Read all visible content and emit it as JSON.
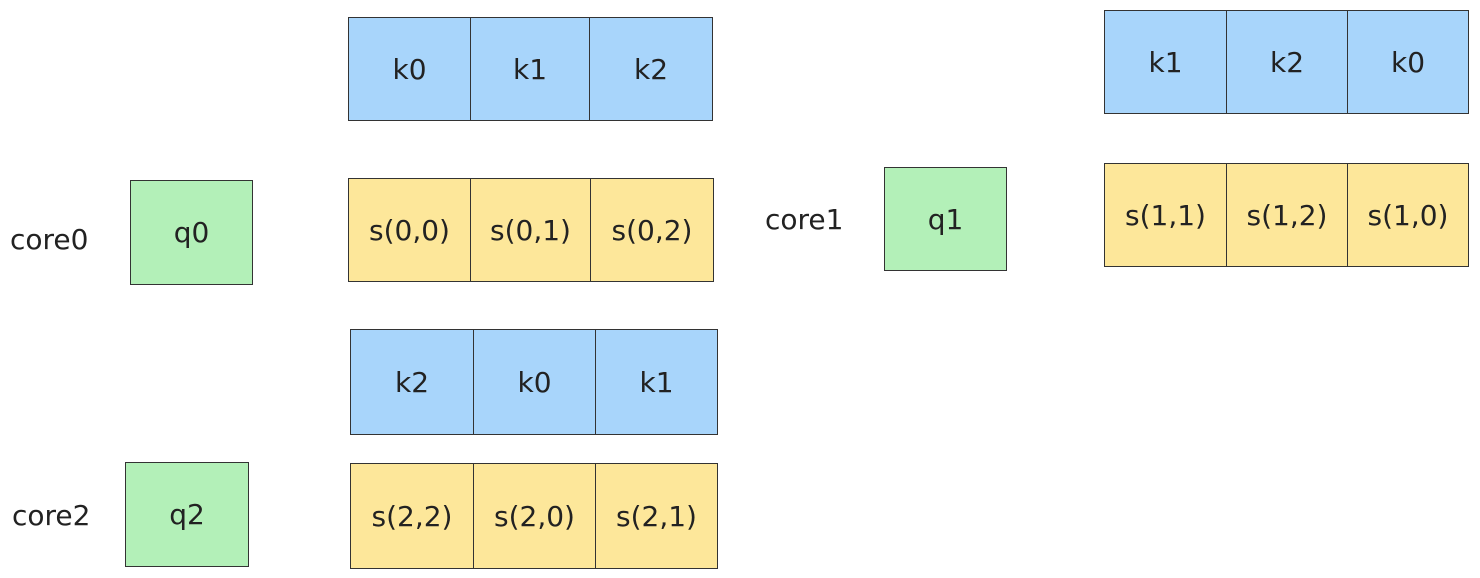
{
  "colors": {
    "query": "#b3f0b8",
    "key": "#a8d5fb",
    "score": "#fde79a",
    "border": "#333333"
  },
  "cores": [
    {
      "label": "core0",
      "query": "q0",
      "keys": [
        "k0",
        "k1",
        "k2"
      ],
      "scores": [
        "s(0,0)",
        "s(0,1)",
        "s(0,2)"
      ]
    },
    {
      "label": "core1",
      "query": "q1",
      "keys": [
        "k1",
        "k2",
        "k0"
      ],
      "scores": [
        "s(1,1)",
        "s(1,2)",
        "s(1,0)"
      ]
    },
    {
      "label": "core2",
      "query": "q2",
      "keys": [
        "k2",
        "k0",
        "k1"
      ],
      "scores": [
        "s(2,2)",
        "s(2,0)",
        "s(2,1)"
      ]
    }
  ]
}
